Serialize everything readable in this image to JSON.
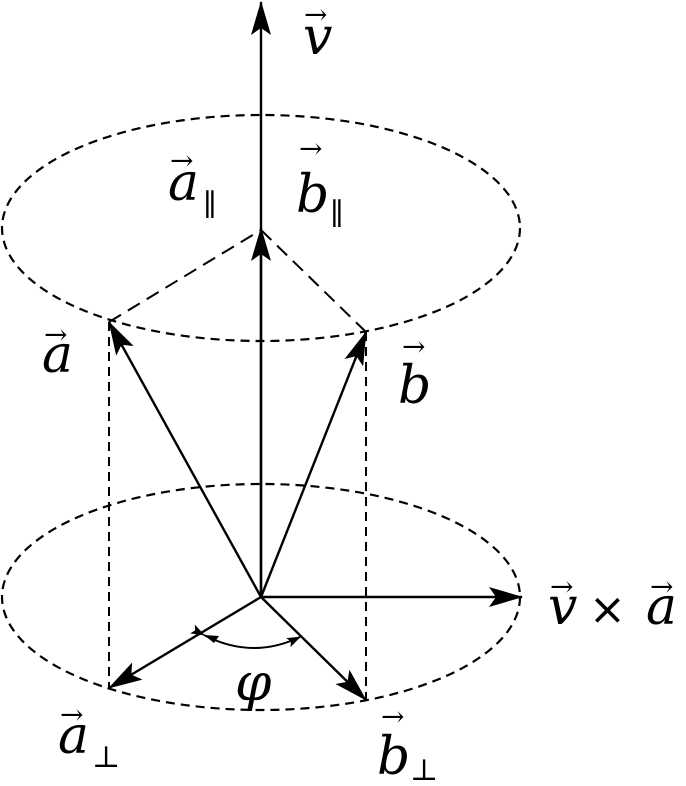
{
  "labels": {
    "v_top": "v",
    "a_parallel_base": "a",
    "a_parallel_sub": "∥",
    "b_parallel_base": "b",
    "b_parallel_sub": "∥",
    "a": "a",
    "b": "b",
    "vxa_v": "v",
    "vxa_op": "×",
    "vxa_a": "a",
    "phi": "φ",
    "a_perp_base": "a",
    "a_perp_sub": "⊥",
    "b_perp_base": "b",
    "b_perp_sub": "⊥",
    "vector_arrow": "→"
  },
  "colors": {
    "stroke": "#000000",
    "background": "#ffffff"
  }
}
